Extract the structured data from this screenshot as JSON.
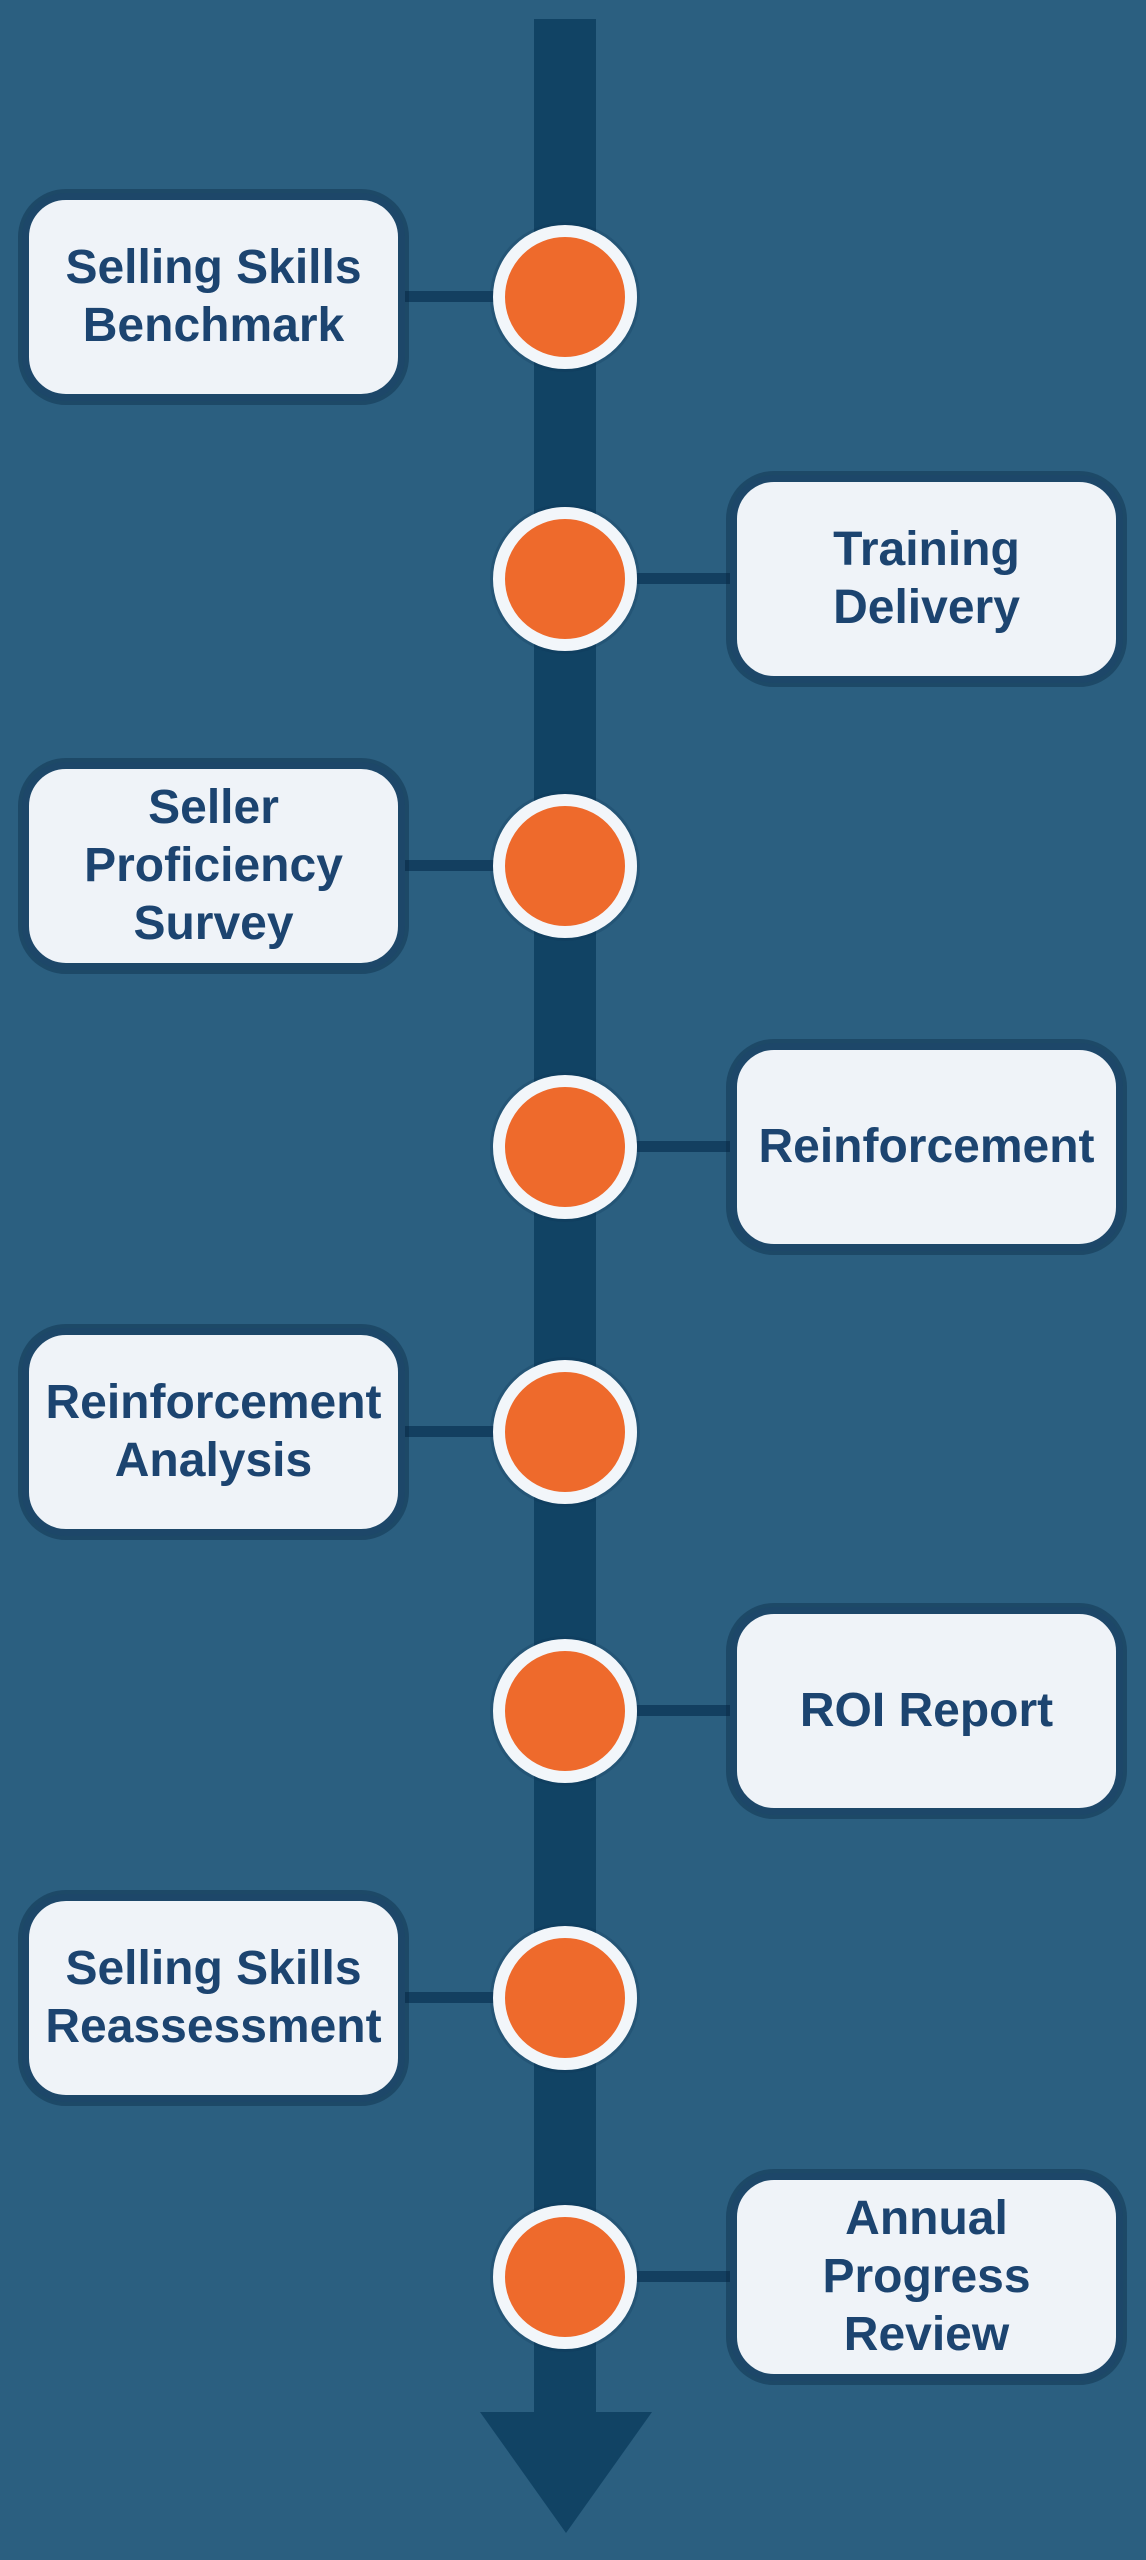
{
  "colors": {
    "background": "#2B5F80",
    "arrow": "#114364",
    "connector": "#133F60",
    "node_fill": "#EE6A2C",
    "node_ring": "#F2F6FA",
    "box_fill": "#EFF3F8",
    "box_border": "#1D4769",
    "label_text": "#1C4470"
  },
  "timeline": {
    "steps": [
      {
        "label": "Selling Skills\nBenchmark",
        "side": "left"
      },
      {
        "label": "Training\nDelivery",
        "side": "right"
      },
      {
        "label": "Seller\nProficiency\nSurvey",
        "side": "left"
      },
      {
        "label": "Reinforcement",
        "side": "right"
      },
      {
        "label": "Reinforcement\nAnalysis",
        "side": "left"
      },
      {
        "label": "ROI Report",
        "side": "right"
      },
      {
        "label": "Selling Skills\nReassessment",
        "side": "left"
      },
      {
        "label": "Annual\nProgress\nReview",
        "side": "right"
      }
    ]
  }
}
